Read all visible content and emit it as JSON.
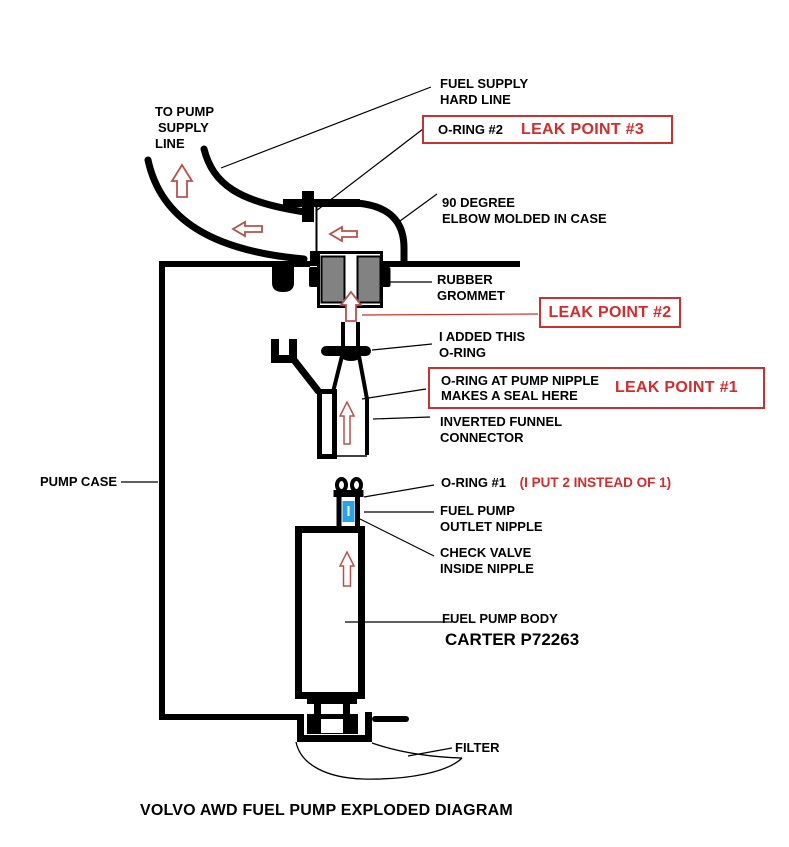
{
  "diagram_title": "VOLVO AWD FUEL PUMP EXPLODED DIAGRAM",
  "labels": {
    "fuel_supply_hard_line": {
      "l1": "FUEL SUPPLY",
      "l2": "HARD LINE"
    },
    "to_pump_supply_line": {
      "l1": "TO PUMP",
      "l2": "SUPPLY",
      "l3": "LINE"
    },
    "elbow": {
      "l1": "90 DEGREE",
      "l2": "ELBOW MOLDED IN CASE"
    },
    "rubber_grommet": {
      "l1": "RUBBER",
      "l2": "GROMMET"
    },
    "added_o_ring": {
      "l1": "I ADDED THIS",
      "l2": "O-RING"
    },
    "inverted_funnel": {
      "l1": "INVERTED FUNNEL",
      "l2": "CONNECTOR"
    },
    "pump_case": "PUMP CASE",
    "o_ring_1": {
      "black": "O-RING #1",
      "red": "(I PUT 2 INSTEAD OF 1)"
    },
    "outlet_nipple": {
      "l1": "FUEL PUMP",
      "l2": "OUTLET NIPPLE"
    },
    "check_valve": {
      "l1": "CHECK VALVE",
      "l2": "INSIDE NIPPLE"
    },
    "pump_body": "FUEL PUMP BODY",
    "pump_model": "CARTER P72263",
    "filter": "FILTER"
  },
  "leak_points": {
    "point3": {
      "prefix": "O-RING  #2",
      "label": "LEAK POINT #3"
    },
    "point2": {
      "label": "LEAK POINT #2"
    },
    "point1": {
      "prefix_l1": "O-RING AT PUMP NIPPLE",
      "prefix_l2": "MAKES A SEAL HERE",
      "label": "LEAK POINT #1"
    }
  },
  "colors": {
    "annotation_red": "#d22c2c",
    "box_border_red": "#c63333",
    "arrow_red": "#b5524e",
    "grommet_gray": "#828282",
    "check_valve_blue": "#29a3e3"
  }
}
